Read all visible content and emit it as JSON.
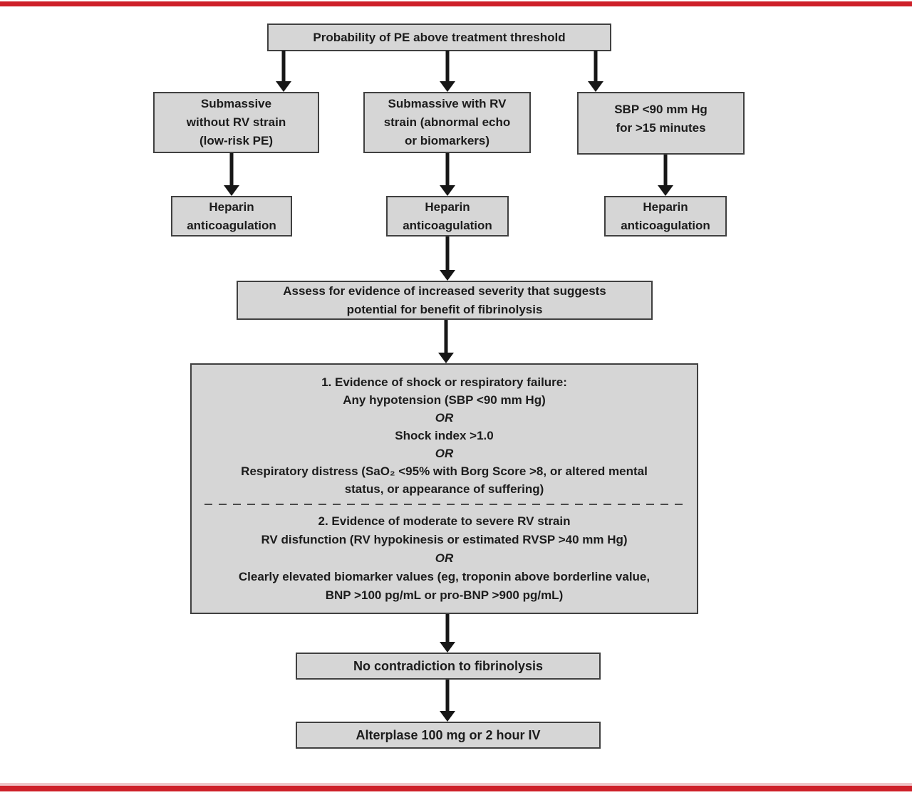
{
  "page": {
    "background": "#ffffff",
    "accent_red": "#ce2029",
    "box_fill": "#d6d6d6",
    "box_border": "#404040",
    "text_color": "#1c1c1c",
    "arrow_color": "#171717"
  },
  "flowchart": {
    "root": {
      "label": "Probability of PE above treatment threshold"
    },
    "branch_left": {
      "lines": [
        "Submassive",
        "without RV strain",
        "(low-risk PE)"
      ]
    },
    "branch_mid": {
      "lines": [
        "Submassive with RV",
        "strain (abnormal echo",
        "or biomarkers)"
      ]
    },
    "branch_right": {
      "lines": [
        "SBP <90 mm Hg",
        "for >15 minutes"
      ]
    },
    "heparin": {
      "lines": [
        "Heparin",
        "anticoagulation"
      ]
    },
    "assess": {
      "lines": [
        "Assess for evidence of increased severity that suggests",
        "potential for benefit of fibrinolysis"
      ]
    },
    "criteria": {
      "section1": {
        "lines": [
          "1. Evidence of shock or respiratory failure:",
          "Any hypotension (SBP <90 mm Hg)",
          "OR",
          "Shock index >1.0",
          "OR",
          "Respiratory distress (SaO₂ <95% with Borg Score >8, or altered mental",
          "status, or appearance of suffering)"
        ]
      },
      "section2": {
        "lines": [
          "2. Evidence of moderate to severe RV strain",
          "RV disfunction (RV hypokinesis or estimated RVSP >40 mm Hg)",
          "OR",
          "Clearly elevated biomarker values (eg, troponin above borderline value,",
          "BNP >100 pg/mL or pro-BNP >900 pg/mL)"
        ]
      }
    },
    "no_contraindication": {
      "label": "No contradiction to fibrinolysis"
    },
    "treatment": {
      "label": "Alterplase 100 mg or 2 hour IV"
    }
  }
}
